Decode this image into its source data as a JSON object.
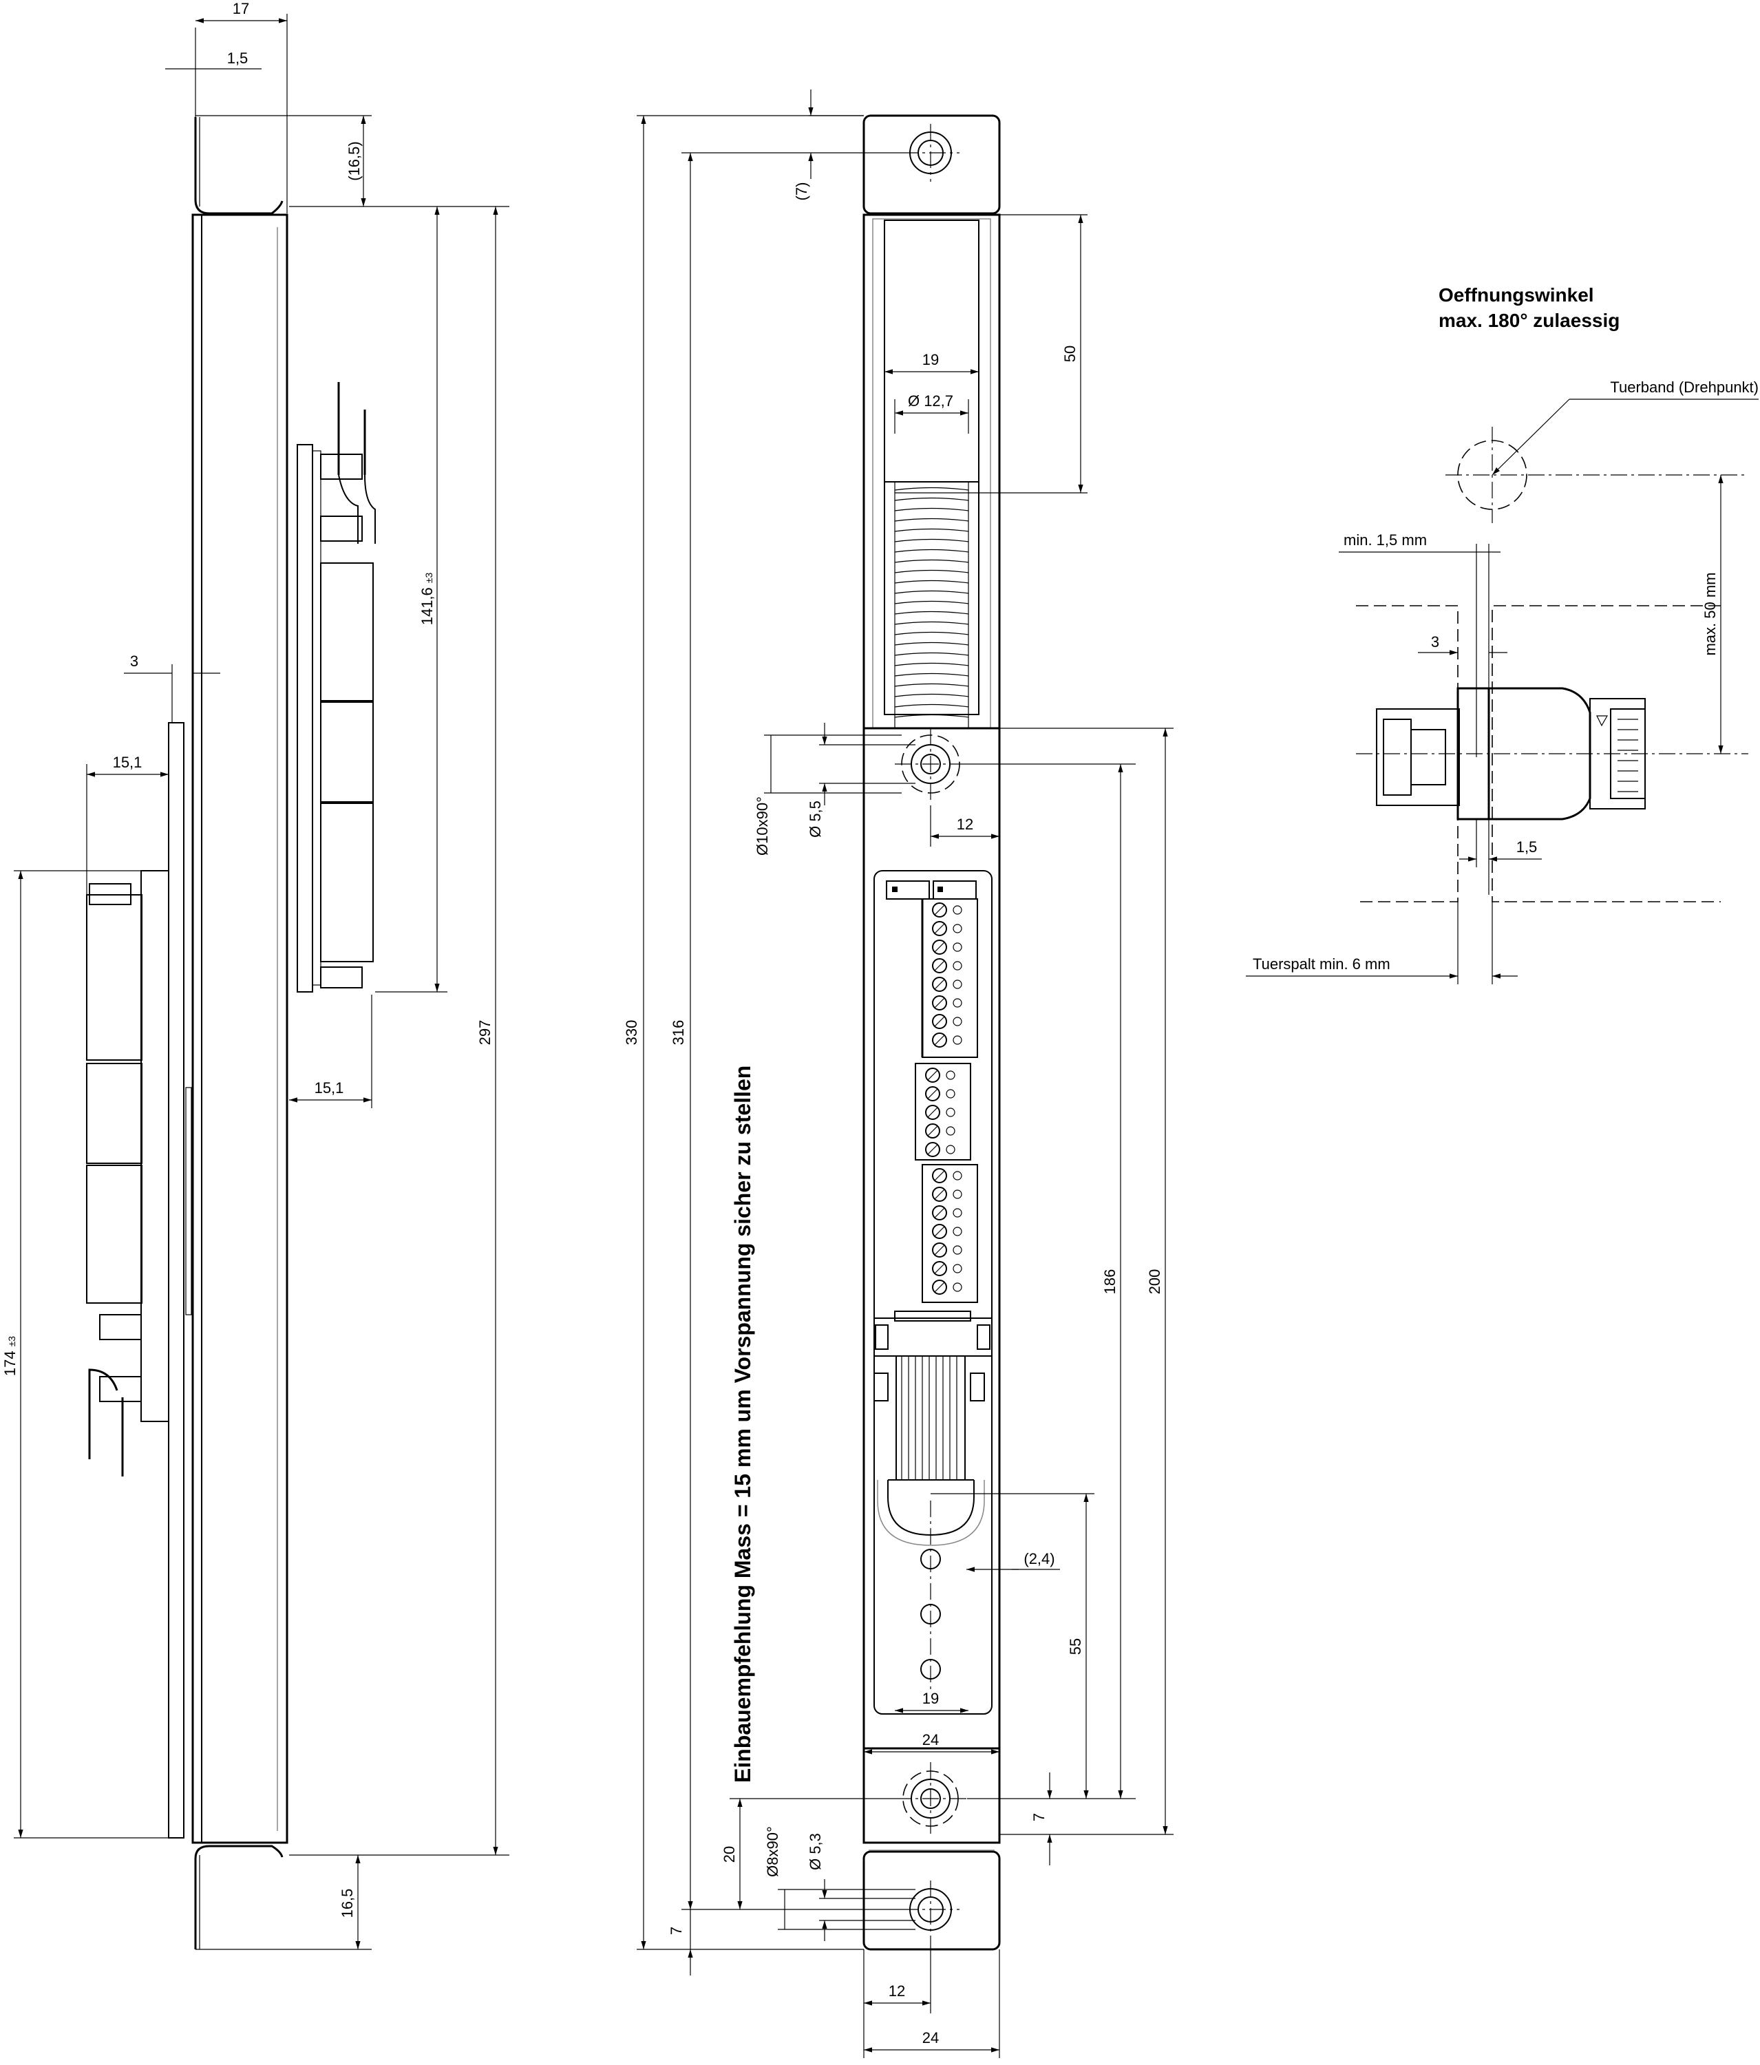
{
  "side_view": {
    "dim_17": "17",
    "dim_1_5": "1,5",
    "dim_16_5_top": "(16,5)",
    "dim_141_6": "141,6",
    "dim_141_6_tol": "±3",
    "dim_297": "297",
    "dim_3": "3",
    "dim_15_1_left": "15,1",
    "dim_15_1_right": "15,1",
    "dim_174": "174",
    "dim_174_tol": "±3",
    "dim_16_5_bottom": "16,5"
  },
  "front_view": {
    "dim_7_top": "(7)",
    "dim_330": "330",
    "dim_316": "316",
    "dim_50": "50",
    "dim_19_top": "19",
    "dim_dia_12_7": "Ø 12,7",
    "dim_dia_10x90": "Ø10x90°",
    "dim_dia_5_5": "Ø 5,5",
    "dim_12_mid": "12",
    "dim_186": "186",
    "dim_200": "200",
    "dim_2_4": "(2,4)",
    "dim_55": "55",
    "dim_19_bottom": "19",
    "dim_24_mid": "24",
    "dim_7_bottom_right": "7",
    "dim_20": "20",
    "dim_dia_8x90": "Ø8x90°",
    "dim_dia_5_3": "Ø 5,3",
    "dim_7_bottom_left": "7",
    "dim_12_bottom": "12",
    "dim_24_bottom": "24",
    "installation_note": "Einbauempfehlung Mass = 15 mm um Vorspannung sicher zu stellen"
  },
  "detail_view": {
    "title_line1": "Oeffnungswinkel",
    "title_line2": "max. 180° zulaessig",
    "label_hinge": "Tuerband (Drehpunkt)",
    "label_min_1_5": "min. 1,5 mm",
    "label_3": "3",
    "label_max_50": "max. 50 mm",
    "label_1_5": "1,5",
    "label_gap": "Tuerspalt min. 6 mm"
  }
}
